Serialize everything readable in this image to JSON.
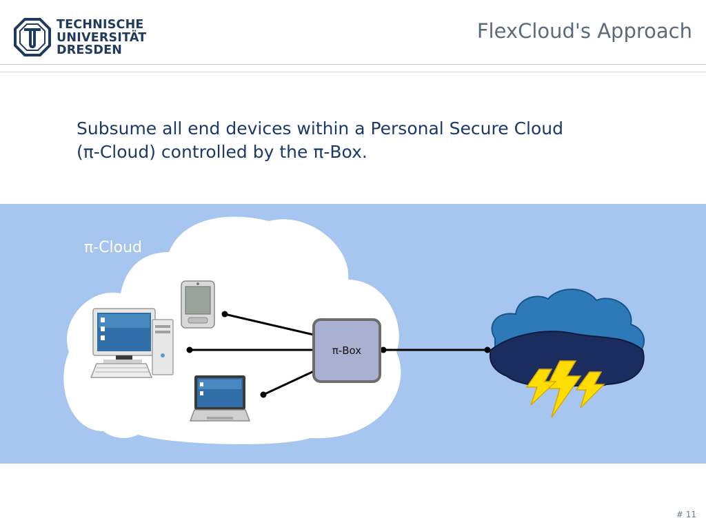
{
  "header": {
    "logo_lines": [
      "TECHNISCHE",
      "UNIVERSITÄT",
      "DRESDEN"
    ],
    "title": "FlexCloud's Approach"
  },
  "body": {
    "subtitle_line1": "Subsume all end devices within a Personal Secure Cloud",
    "subtitle_line2": "(π-Cloud) controlled by the π-Box."
  },
  "diagram": {
    "cloud_label": "π-Cloud",
    "box_label": "π-Box",
    "devices": [
      "pda-icon",
      "desktop-computer-icon",
      "laptop-icon"
    ],
    "external": "storm-cloud-icon",
    "colors": {
      "band": "#a6c5ef",
      "cloud": "#ffffff",
      "box_fill": "#aab0d0",
      "box_border": "#6d6d6d",
      "storm_top": "#2c7ab8",
      "storm_bottom": "#1b2d5e",
      "lightning": "#ffdd00"
    }
  },
  "footer": {
    "page_number": "# 11"
  }
}
